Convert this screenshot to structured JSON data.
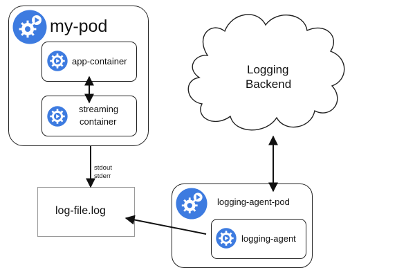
{
  "my_pod": {
    "title": "my-pod",
    "app_container": "app-container",
    "streaming_line1": "streaming",
    "streaming_line2": "container"
  },
  "streams": {
    "stdout": "stdout",
    "stderr": "stderr"
  },
  "log_file": "log-file.log",
  "backend": {
    "line1": "Logging",
    "line2": "Backend"
  },
  "agent_pod": {
    "title": "logging-agent-pod",
    "agent": "logging-agent"
  },
  "icon_colors": {
    "primary": "#3d7be0",
    "light": "#ffffff"
  }
}
